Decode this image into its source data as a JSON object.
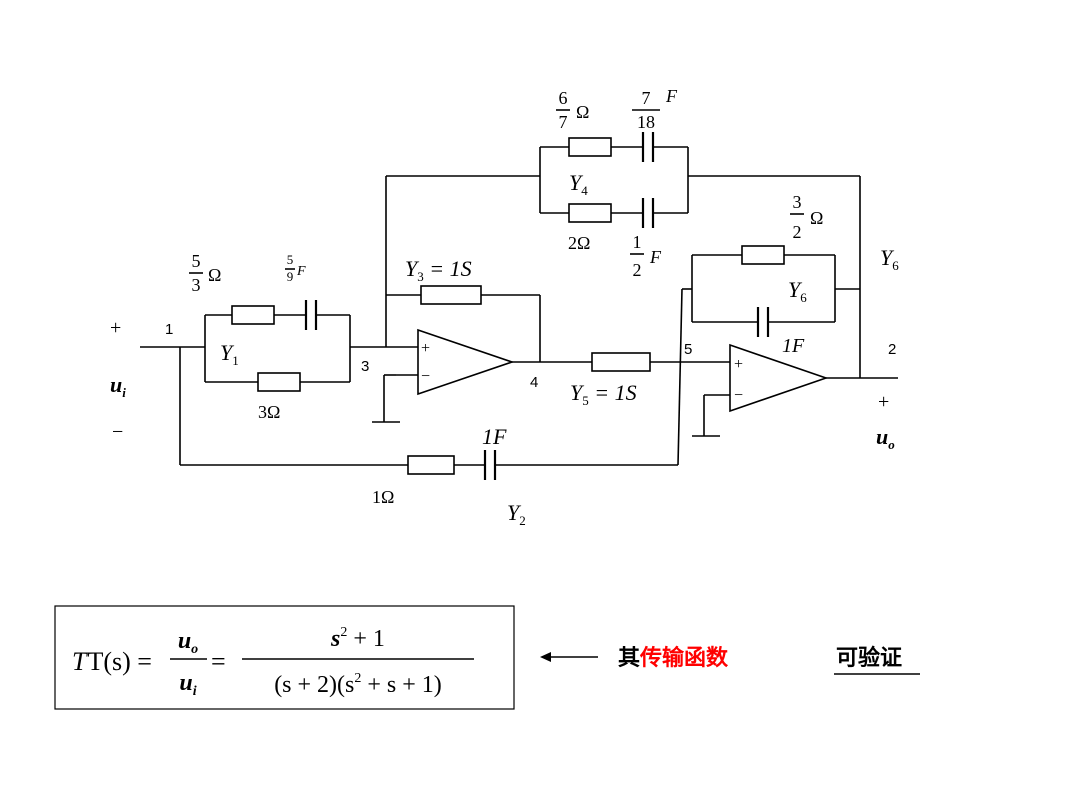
{
  "nodes": {
    "n1": "1",
    "n2": "2",
    "n3": "3",
    "n4": "4",
    "n5": "5"
  },
  "terminals": {
    "plus": "+",
    "minus": "−",
    "u": "u",
    "i_sub": "i",
    "o_sub": "o"
  },
  "admittances": {
    "Y1": "Y",
    "Y1_sub": "1",
    "Y2": "Y",
    "Y2_sub": "2",
    "Y3": "Y",
    "Y3_sub": "3",
    "Y3_val": " = 1S",
    "Y4": "Y",
    "Y4_sub": "4",
    "Y5": "Y",
    "Y5_sub": "5",
    "Y5_val": " = 1S",
    "Y6": "Y",
    "Y6_sub": "6"
  },
  "values": {
    "y1_r_num": "5",
    "y1_r_den": "3",
    "y1_r_unit": "Ω",
    "y1_c_num": "5",
    "y1_c_den": "9",
    "y1_c_unit": "F",
    "y1_r2": "3Ω",
    "y4_r_num": "6",
    "y4_r_den": "7",
    "y4_r_unit": "Ω",
    "y4_c_num": "7",
    "y4_c_den": "18",
    "y4_c_unit": "F",
    "y4_r2": "2Ω",
    "y4_c2_num": "1",
    "y4_c2_den": "2",
    "y4_c2_unit": "F",
    "y6_r_num": "3",
    "y6_r_den": "2",
    "y6_r_unit": "Ω",
    "y6_c": "1F",
    "y2_c": "1F",
    "y2_r": "1Ω"
  },
  "formula": {
    "lhs": "T(s) =",
    "num1": "u",
    "num1_sub": "o",
    "den1": "u",
    "den1_sub": "i",
    "eq": "=",
    "num2": "s",
    "num2_sup": "2",
    "num2_tail": " + 1",
    "den2": "(s + 2)(s",
    "den2_sup": "2",
    "den2_tail": " + s + 1)"
  },
  "note": {
    "prefix": "其",
    "highlight": "传输函数",
    "highlight_color": "#ff0000",
    "verify": "可验证"
  }
}
